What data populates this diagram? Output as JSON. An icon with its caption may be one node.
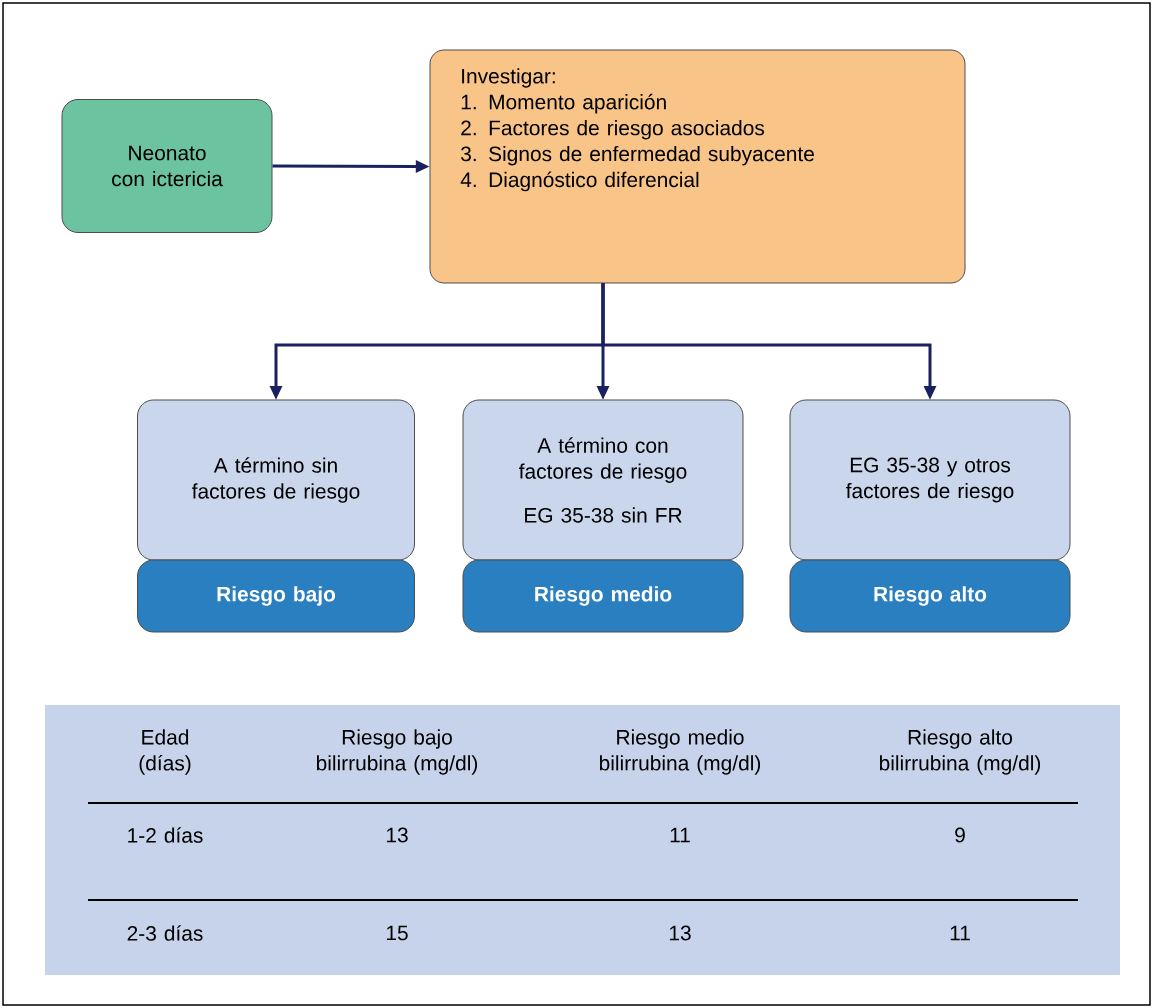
{
  "diagram": {
    "nodes": [
      {
        "text": [
          "Neonato con ictericia"
        ]
      },
      {
        "text": [
          "Investigar:",
          "1. Momento aparición",
          "2. Factores de riesgo asociados",
          "3. Signos de enfermedad subyacente",
          "4. Diagnóstico diferencial"
        ]
      },
      {
        "text": [
          "A término sin factores de riesgo"
        ]
      },
      {
        "text": [
          "Riesgo bajo"
        ]
      },
      {
        "text": [
          "A término con factores de riesgo",
          "EG 35-38 sin FR"
        ]
      },
      {
        "text": [
          "Riesgo medio"
        ]
      },
      {
        "text": [
          "EG 35-38 y otros factores de riesgo"
        ]
      },
      {
        "text": [
          "Riesgo alto"
        ]
      }
    ],
    "edges": [
      {
        "from": 0,
        "to": 1,
        "arrow": "to"
      },
      {
        "from": 1,
        "to": 2,
        "arrow": "to"
      },
      {
        "from": 1,
        "to": 4,
        "arrow": "to"
      },
      {
        "from": 1,
        "to": 6,
        "arrow": "to"
      }
    ],
    "labels": [
      "Edad (días)",
      "Riesgo bajo bilirrubina (mg/dl)",
      "Riesgo medio bilirrubina (mg/dl)",
      "Riesgo alto bilirrubina (mg/dl)",
      "1-2 días",
      "13",
      "11",
      "9",
      "2-3 días",
      "15",
      "13",
      "11"
    ]
  }
}
